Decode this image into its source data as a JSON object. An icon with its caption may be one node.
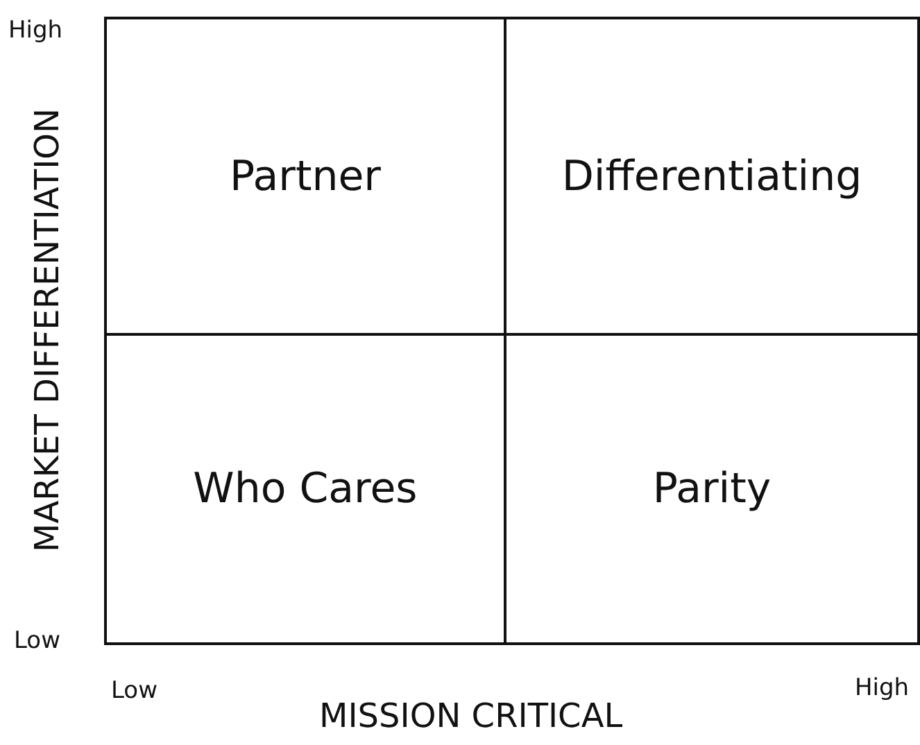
{
  "diagram": {
    "nodes": [
      {
        "text": [
          "Partner"
        ]
      },
      {
        "text": [
          "Differentiating"
        ]
      },
      {
        "text": [
          "Who Cares"
        ]
      },
      {
        "text": [
          "Parity"
        ]
      }
    ],
    "labels": [
      "High",
      "MARKET DIFFERENTIATION",
      "Low",
      "Low",
      "MISSION CRITICAL",
      "High"
    ]
  }
}
